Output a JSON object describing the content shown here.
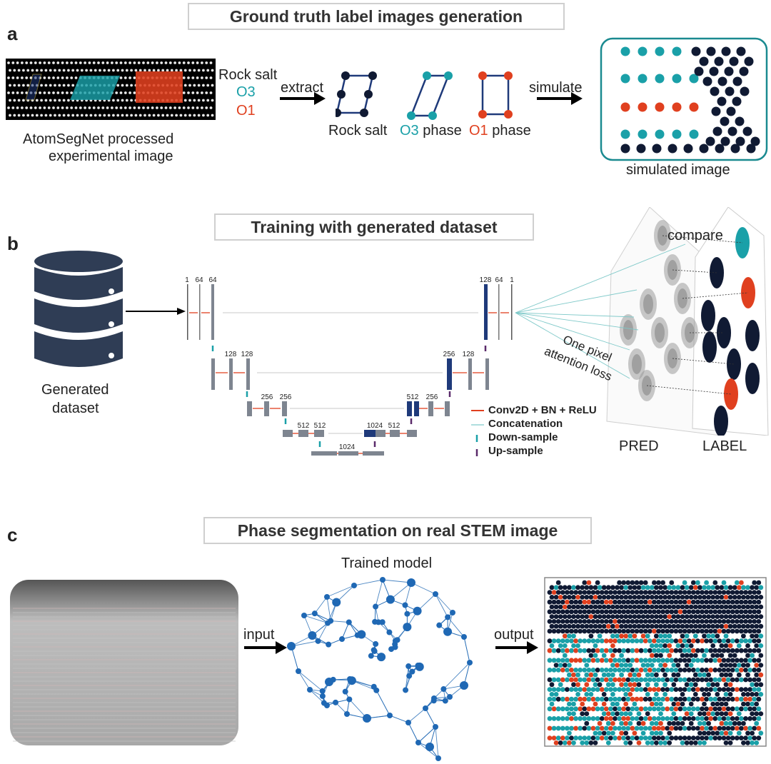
{
  "colors": {
    "teal": "#1aa0a8",
    "red": "#e0401f",
    "navy": "#101a33",
    "bar": "#7e8590",
    "dark_bar": "#1f3a7a"
  },
  "panel_a": {
    "letter": "a",
    "title": "Ground truth label images generation",
    "legend": [
      "Rock salt",
      "O3",
      "O1"
    ],
    "exp_caption_1": "AtomSegNet processed",
    "exp_caption_2": "experimental image",
    "extract": "extract",
    "simulate": "simulate",
    "phase_rocksalt": "Rock salt",
    "phase_o3_prefix": "O3",
    "phase_o1_prefix": "O1",
    "phase_suffix": "phase",
    "sim_caption": "simulated image"
  },
  "panel_b": {
    "letter": "b",
    "title": "Training with generated dataset",
    "dataset_1": "Generated",
    "dataset_2": "dataset",
    "channels": [
      "1",
      "64",
      "64",
      "128",
      "128",
      "256",
      "256",
      "512",
      "512",
      "1024",
      "512",
      "256",
      "128",
      "64",
      "1",
      "128",
      "256",
      "512",
      "1024"
    ],
    "legend": [
      "Conv2D + BN + ReLU",
      "Concatenation",
      "Down-sample",
      "Up-sample"
    ],
    "compare": "compare",
    "loss_1": "One pixel",
    "loss_2": "attention loss",
    "pred": "PRED",
    "label": "LABEL"
  },
  "panel_c": {
    "letter": "c",
    "title": "Phase segmentation on real STEM image",
    "model": "Trained model",
    "input": "input",
    "output": "output"
  }
}
